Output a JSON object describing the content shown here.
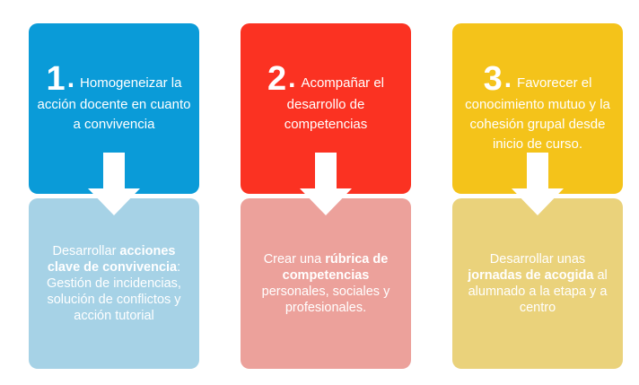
{
  "steps": [
    {
      "number": "1",
      "heading_line1": "Homogeneizar la",
      "heading_rest": "acción docente en cuanto a convivencia",
      "desc_pre": "Desarrollar ",
      "desc_bold": "acciones clave de convivencia",
      "desc_post": ": Gestión de incidencias, solución de conflictos y acción tutorial"
    },
    {
      "number": "2",
      "heading_line1": "Acompañar el",
      "heading_rest": "desarrollo de competencias",
      "desc_pre": "Crear una ",
      "desc_bold": "rúbrica de competencias",
      "desc_post": " personales, sociales y profesionales."
    },
    {
      "number": "3",
      "heading_line1": "Favorecer el",
      "heading_rest": "conocimiento mutuo y la cohesión grupal desde inicio de curso.",
      "desc_pre": "Desarrollar unas ",
      "desc_bold": "jornadas de acogida",
      "desc_post": " al alumnado a la etapa y a centro"
    }
  ],
  "colors": {
    "blue": "#0a9bd8",
    "red": "#fb3222",
    "yellow": "#f4c31a",
    "blue_light": "#a6d2e6",
    "red_light": "#eca19b",
    "yellow_light": "#ead27b"
  }
}
